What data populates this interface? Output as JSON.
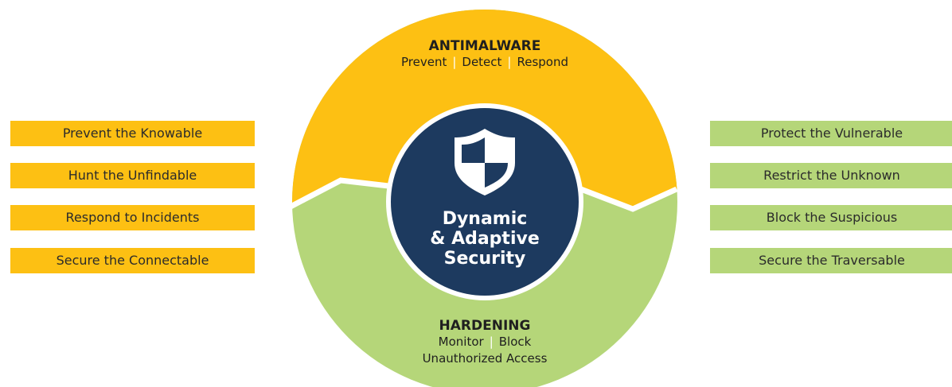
{
  "colors": {
    "antimalware": "#fdc013",
    "hardening": "#b5d679",
    "core": "#1d3a5f",
    "core_text": "#ffffff"
  },
  "antimalware": {
    "title": "ANTIMALWARE",
    "items": [
      "Prevent",
      "Detect",
      "Respond"
    ]
  },
  "hardening": {
    "title": "HARDENING",
    "items": [
      "Monitor",
      "Block"
    ],
    "line2": "Unauthorized Access"
  },
  "core": {
    "icon": "shield-icon",
    "lines": [
      "Dynamic",
      "& Adaptive",
      "Security"
    ]
  },
  "left_items": [
    "Prevent the Knowable",
    "Hunt the Unfindable",
    "Respond to Incidents",
    "Secure the Connectable"
  ],
  "right_items": [
    "Protect the Vulnerable",
    "Restrict the Unknown",
    "Block the Suspicious",
    "Secure the Traversable"
  ]
}
